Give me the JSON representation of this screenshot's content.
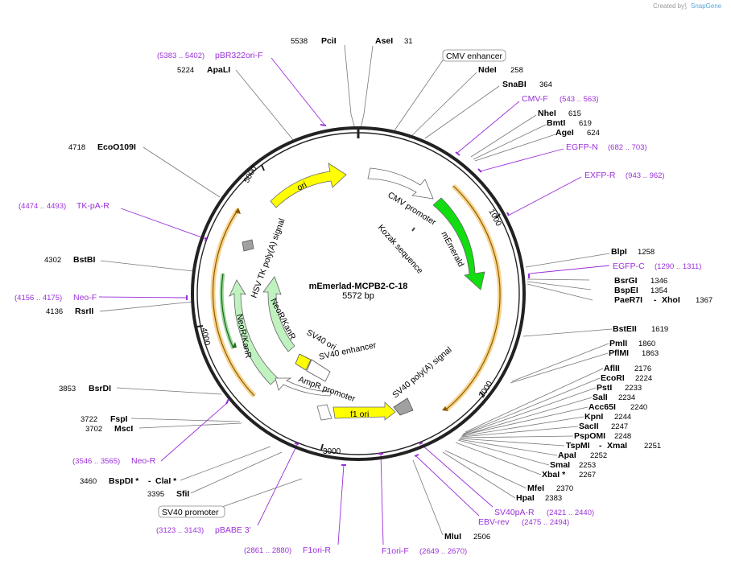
{
  "credit": {
    "text": "Created by",
    "brand": "SnapGene"
  },
  "plasmid": {
    "name": "mEmerlad-MCPB2-C-18",
    "size": "5572 bp",
    "length": 5572
  },
  "colors": {
    "backbone": "#222222",
    "primer": "#9b30d9",
    "leader": "#777777",
    "ori": "#ffff00",
    "marker": "#bff2bf",
    "emerald": "#11dd11",
    "gray_feature": "#a0a0a0",
    "orf": "#f0b030"
  },
  "ticks": [
    {
      "pos": 1000,
      "label": "1000"
    },
    {
      "pos": 2000,
      "label": "2000"
    },
    {
      "pos": 3000,
      "label": "3000"
    },
    {
      "pos": 4000,
      "label": "4000"
    },
    {
      "pos": 5000,
      "label": "5000"
    }
  ],
  "sites": [
    {
      "name": "PciI",
      "pos": "5538"
    },
    {
      "name": "AseI",
      "pos": "31"
    },
    {
      "name": "NdeI",
      "pos": "258"
    },
    {
      "name": "SnaBI",
      "pos": "364"
    },
    {
      "name": "NheI",
      "pos": "615"
    },
    {
      "name": "BmtI",
      "pos": "619"
    },
    {
      "name": "AgeI",
      "pos": "624"
    },
    {
      "name": "BlpI",
      "pos": "1258"
    },
    {
      "name": "BsrGI",
      "pos": "1346"
    },
    {
      "name": "BspEI",
      "pos": "1354"
    },
    {
      "name": "PaeR7I",
      "name2": "XhoI",
      "pos": "1367"
    },
    {
      "name": "BstEII",
      "pos": "1619"
    },
    {
      "name": "PmlI",
      "pos": "1860"
    },
    {
      "name": "PflMI",
      "pos": "1863"
    },
    {
      "name": "AflII",
      "pos": "2176"
    },
    {
      "name": "EcoRI",
      "pos": "2224"
    },
    {
      "name": "PstI",
      "pos": "2233"
    },
    {
      "name": "SalI",
      "pos": "2234"
    },
    {
      "name": "Acc65I",
      "pos": "2240"
    },
    {
      "name": "KpnI",
      "pos": "2244"
    },
    {
      "name": "SacII",
      "pos": "2247"
    },
    {
      "name": "PspOMI",
      "pos": "2248"
    },
    {
      "name": "TspMI",
      "name2": "XmaI",
      "pos": "2251"
    },
    {
      "name": "ApaI",
      "pos": "2252"
    },
    {
      "name": "SmaI",
      "pos": "2253"
    },
    {
      "name": "XbaI *",
      "pos": "2267"
    },
    {
      "name": "MfeI",
      "pos": "2370"
    },
    {
      "name": "HpaI",
      "pos": "2383"
    },
    {
      "name": "MluI",
      "pos": "2506"
    },
    {
      "name": "SfiI",
      "pos": "3395"
    },
    {
      "name": "BspDI *",
      "name2": "ClaI *",
      "pos": "3460"
    },
    {
      "name": "MscI",
      "pos": "3702"
    },
    {
      "name": "FspI",
      "pos": "3722"
    },
    {
      "name": "BsrDI",
      "pos": "3853"
    },
    {
      "name": "RsrII",
      "pos": "4136"
    },
    {
      "name": "BstBI",
      "pos": "4302"
    },
    {
      "name": "EcoO109I",
      "pos": "4718"
    },
    {
      "name": "ApaLI",
      "pos": "5224"
    }
  ],
  "primers": [
    {
      "name": "pBR322ori-F",
      "range": "(5383 .. 5402)"
    },
    {
      "name": "CMV-F",
      "range": "(543 .. 563)"
    },
    {
      "name": "EGFP-N",
      "range": "(682 .. 703)"
    },
    {
      "name": "EXFP-R",
      "range": "(943 .. 962)"
    },
    {
      "name": "TK-pA-R",
      "range": "(4474 .. 4493)"
    },
    {
      "name": "EGFP-C",
      "range": "(1290 .. 1311)"
    },
    {
      "name": "Neo-F",
      "range": "(4156 .. 4175)"
    },
    {
      "name": "Neo-R",
      "range": "(3546 .. 3565)"
    },
    {
      "name": "pBABE 3'",
      "range": "(3123 .. 3143)"
    },
    {
      "name": "F1ori-R",
      "range": "(2861 .. 2880)"
    },
    {
      "name": "F1ori-F",
      "range": "(2649 .. 2670)"
    },
    {
      "name": "EBV-rev",
      "range": "(2475 .. 2494)"
    },
    {
      "name": "SV40pA-R",
      "range": "(2421 .. 2440)"
    }
  ],
  "boxed_features": [
    {
      "name": "CMV enhancer"
    },
    {
      "name": "SV40 promoter"
    }
  ],
  "features": [
    {
      "name": "ori"
    },
    {
      "name": "CMV promoter"
    },
    {
      "name": "Kozak sequence"
    },
    {
      "name": "mEmerald"
    },
    {
      "name": "HSV TK poly(A) signal"
    },
    {
      "name": "NeoR/KanR"
    },
    {
      "name": "NeoR/KanR"
    },
    {
      "name": "SV40 ori"
    },
    {
      "name": "SV40 enhancer"
    },
    {
      "name": "SV40 poly(A) signal"
    },
    {
      "name": "AmpR promoter"
    },
    {
      "name": "f1 ori"
    }
  ]
}
